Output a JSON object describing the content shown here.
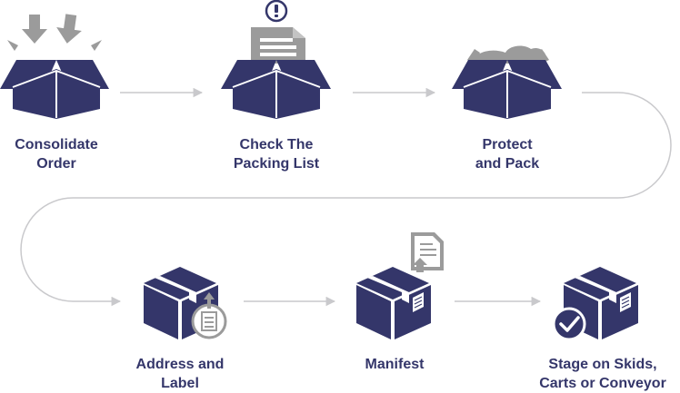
{
  "steps": [
    {
      "id": "consolidate",
      "line1": "Consolidate",
      "line2": "Order",
      "icon": "open-box-with-inbound-arrows-icon"
    },
    {
      "id": "check",
      "line1": "Check The",
      "line2": "Packing List",
      "icon": "open-box-with-packing-list-icon"
    },
    {
      "id": "protect",
      "line1": "Protect",
      "line2": "and Pack",
      "icon": "open-box-with-packing-material-icon"
    },
    {
      "id": "address",
      "line1": "Address and",
      "line2": "Label",
      "icon": "box-with-label-icon"
    },
    {
      "id": "manifest",
      "line1": "Manifest",
      "line2": "",
      "icon": "box-with-manifest-document-icon"
    },
    {
      "id": "stage",
      "line1": "Stage on Skids,",
      "line2": "Carts or Conveyor",
      "icon": "box-with-checkmark-icon"
    }
  ],
  "colors": {
    "primary": "#34366a",
    "accent_gray": "#9b9b9b",
    "connector": "#c9c9cc"
  }
}
